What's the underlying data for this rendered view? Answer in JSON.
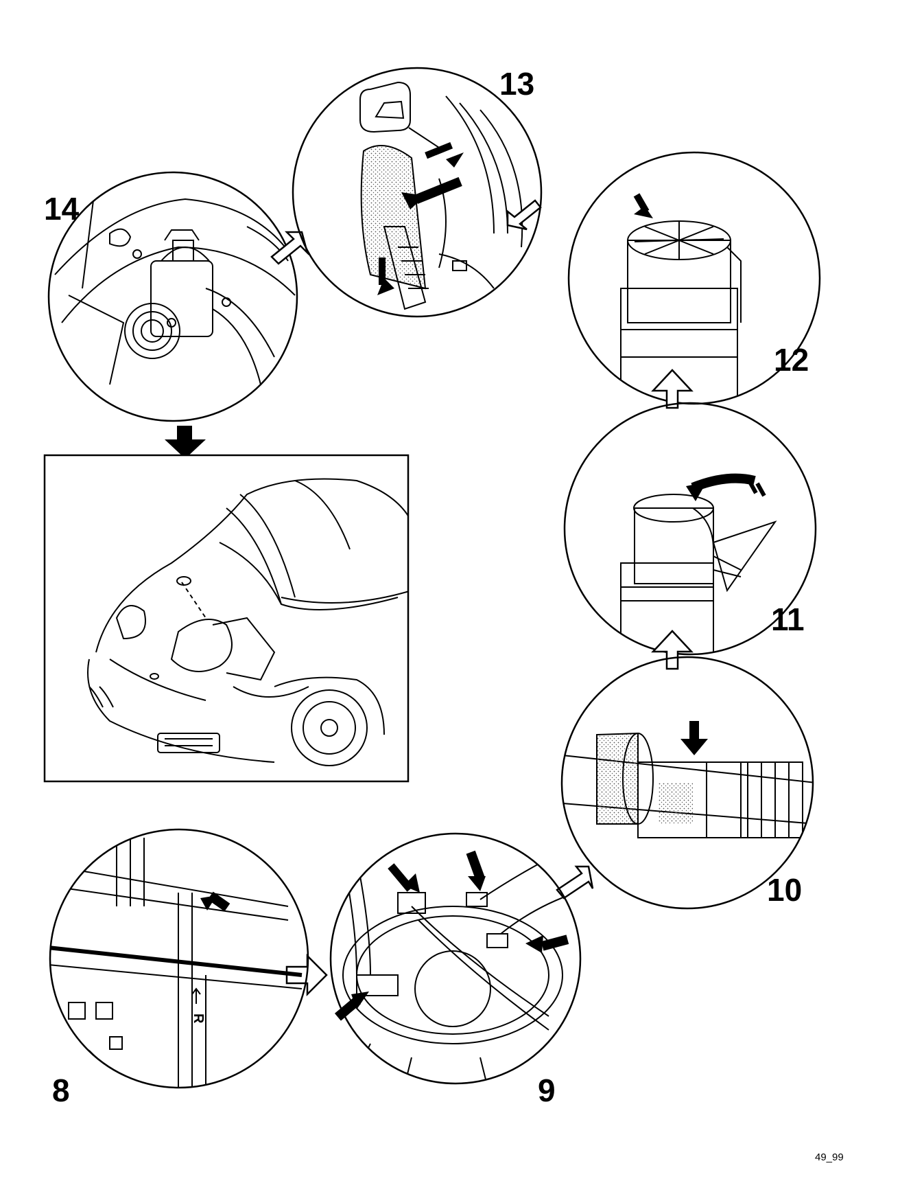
{
  "steps": [
    {
      "id": "8",
      "label": "8"
    },
    {
      "id": "9",
      "label": "9"
    },
    {
      "id": "10",
      "label": "10"
    },
    {
      "id": "11",
      "label": "11"
    },
    {
      "id": "12",
      "label": "12"
    },
    {
      "id": "13",
      "label": "13"
    },
    {
      "id": "14",
      "label": "14"
    }
  ],
  "inset_marking": "R",
  "document_code": "49_99",
  "colors": {
    "ink": "#000000",
    "paper": "#ffffff",
    "stipple": "#555555"
  }
}
